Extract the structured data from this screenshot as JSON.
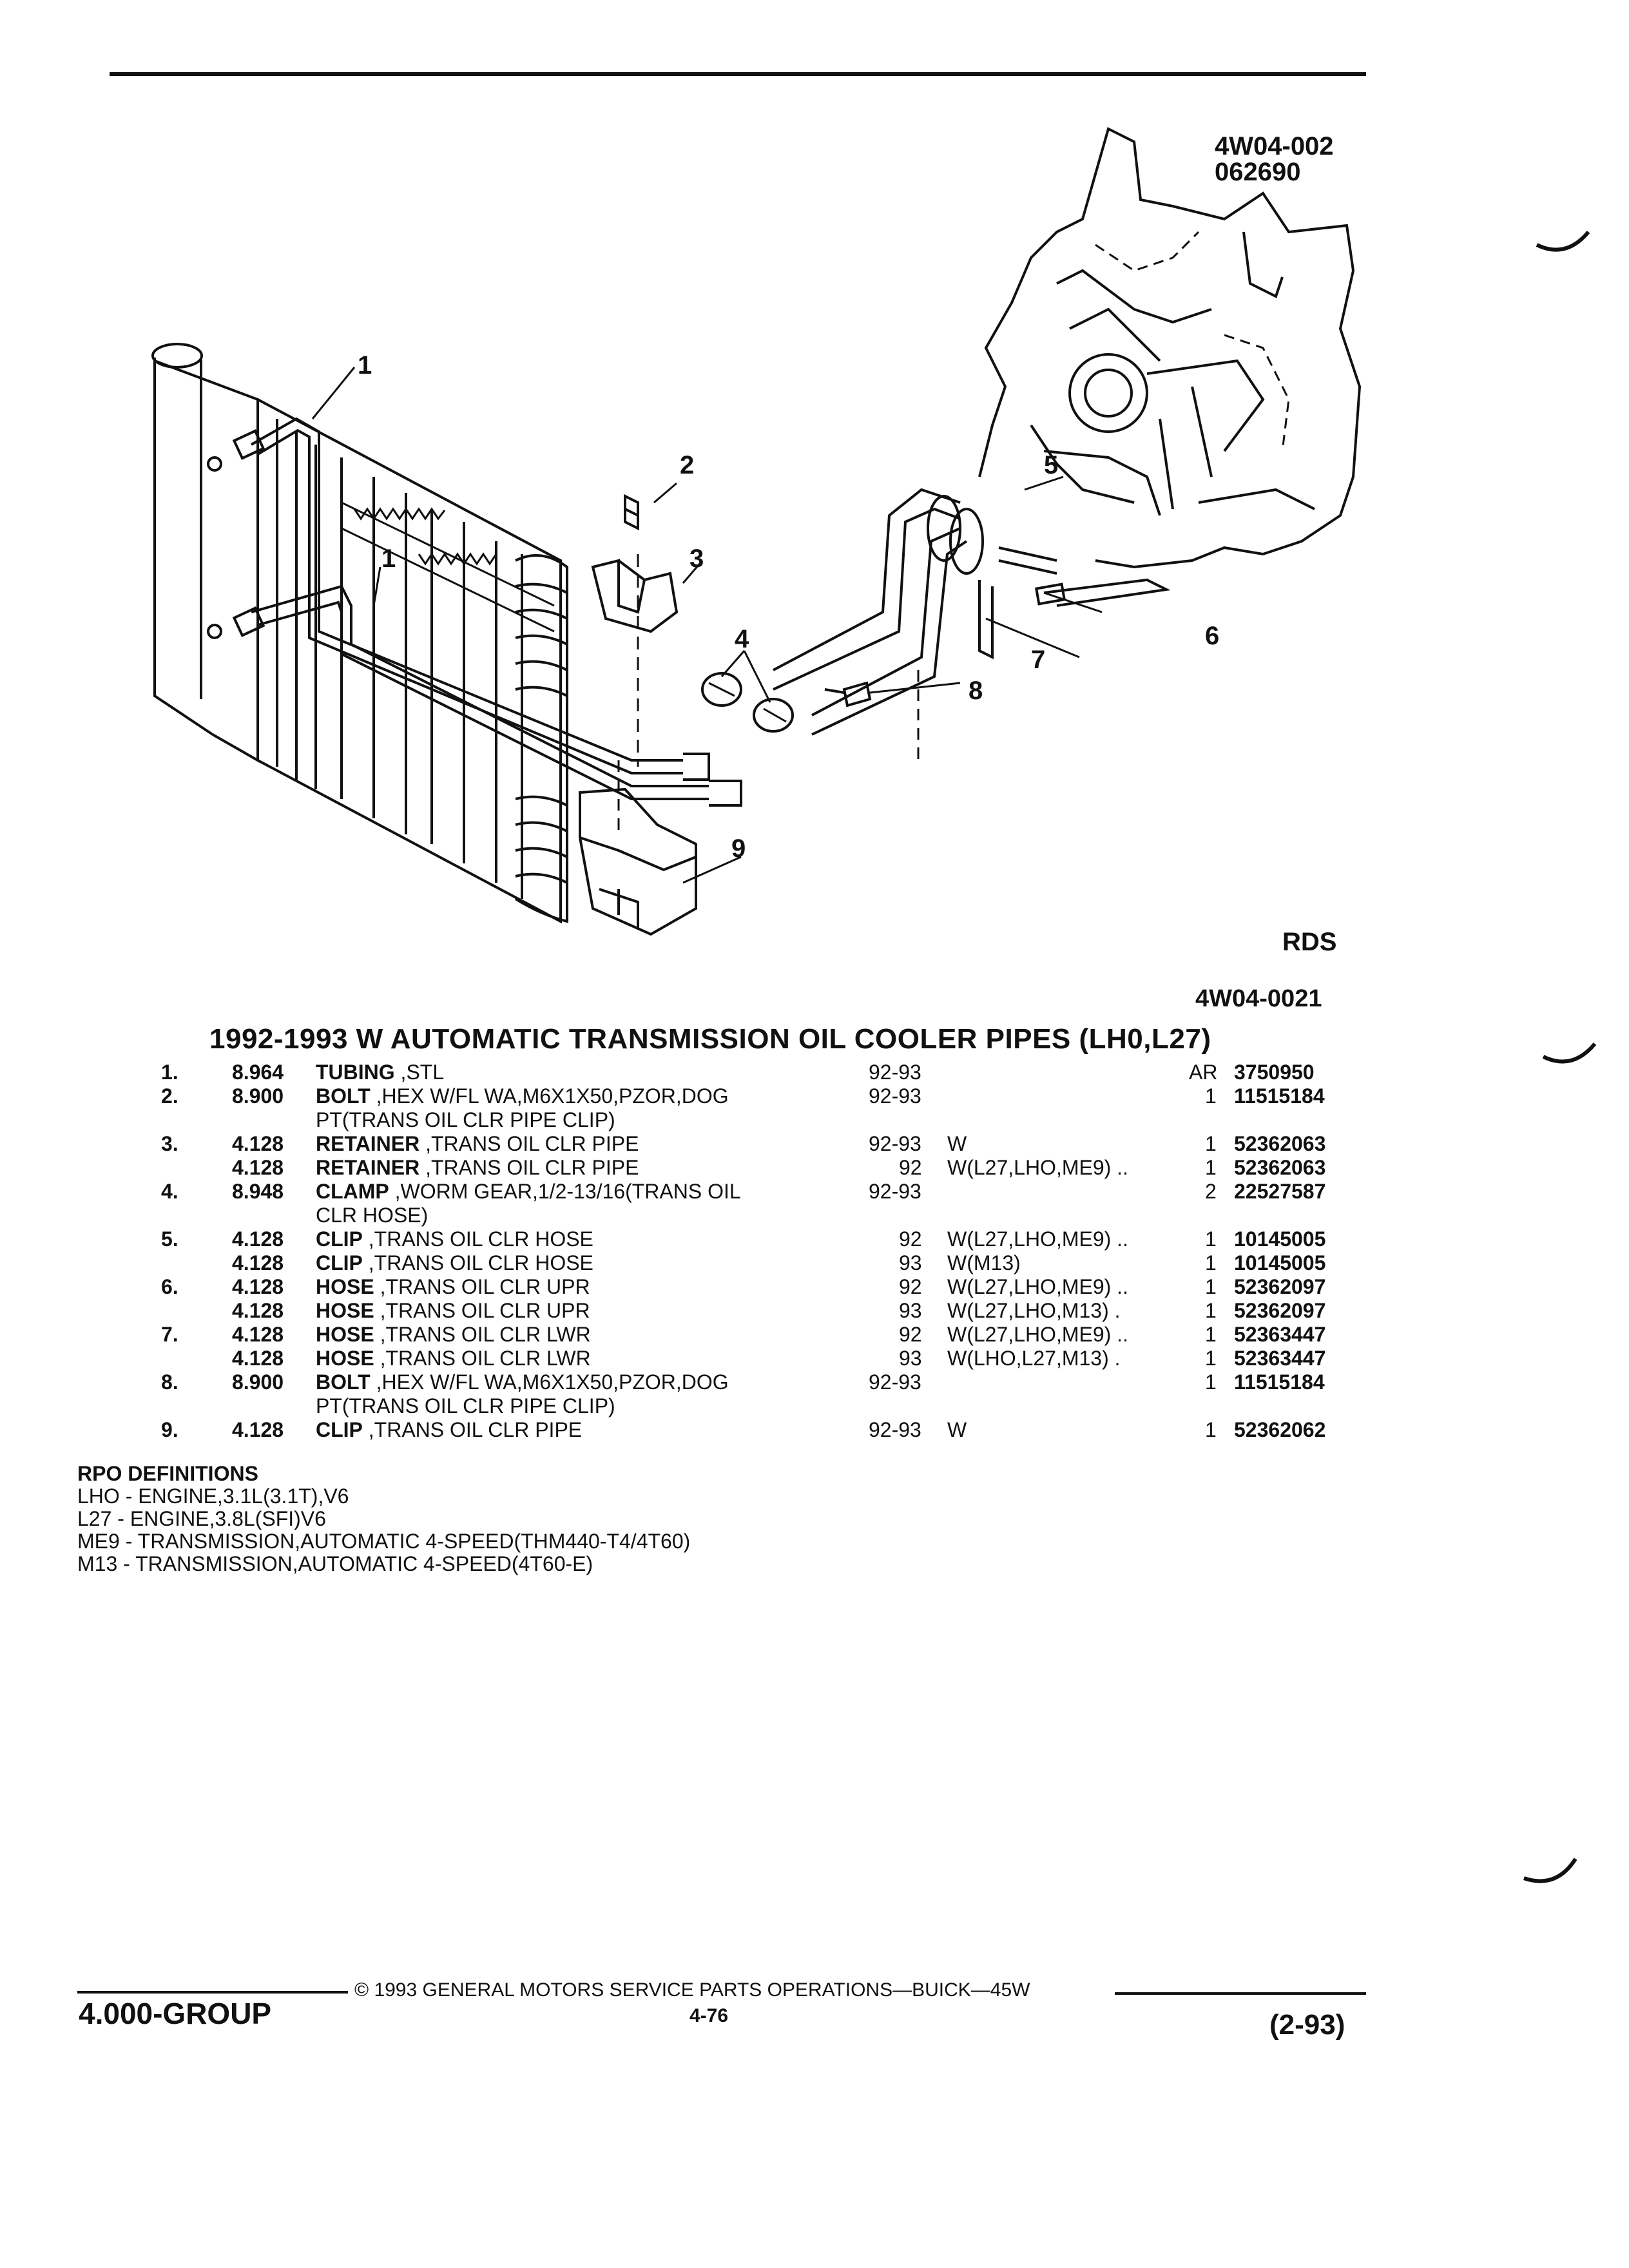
{
  "figure": {
    "code_top": "4W04-002",
    "code_date": "062690",
    "bottom_label": "RDS",
    "bottom_code": "4W04-0021",
    "callouts": [
      "1",
      "1",
      "2",
      "3",
      "4",
      "5",
      "6",
      "7",
      "8",
      "9"
    ]
  },
  "title": "1992-1993 W AUTOMATIC TRANSMISSION OIL COOLER PIPES (LH0,L27)",
  "rows": [
    {
      "idx": "1.",
      "grp": "8.964",
      "name": "TUBING",
      "desc": ",STL",
      "cont": "",
      "yr": "92-93",
      "note": "",
      "qty": "AR",
      "part": "3750950"
    },
    {
      "idx": "2.",
      "grp": "8.900",
      "name": "BOLT",
      "desc": ",HEX W/FL WA,M6X1X50,PZOR,DOG",
      "cont": "PT(TRANS OIL CLR PIPE CLIP)",
      "yr": "92-93",
      "note": "",
      "qty": "1",
      "part": "11515184"
    },
    {
      "idx": "3.",
      "grp": "4.128",
      "name": "RETAINER",
      "desc": ",TRANS OIL CLR PIPE",
      "cont": "",
      "yr": "92-93",
      "note": "W",
      "qty": "1",
      "part": "52362063"
    },
    {
      "idx": "",
      "grp": "4.128",
      "name": "RETAINER",
      "desc": ",TRANS OIL CLR PIPE",
      "cont": "",
      "yr": "92",
      "note": "W(L27,LHO,ME9) ..",
      "qty": "1",
      "part": "52362063"
    },
    {
      "idx": "4.",
      "grp": "8.948",
      "name": "CLAMP",
      "desc": ",WORM GEAR,1/2-13/16(TRANS OIL",
      "cont": "CLR HOSE)",
      "yr": "92-93",
      "note": "",
      "qty": "2",
      "part": "22527587"
    },
    {
      "idx": "5.",
      "grp": "4.128",
      "name": "CLIP",
      "desc": ",TRANS OIL CLR HOSE",
      "cont": "",
      "yr": "92",
      "note": "W(L27,LHO,ME9) ..",
      "qty": "1",
      "part": "10145005"
    },
    {
      "idx": "",
      "grp": "4.128",
      "name": "CLIP",
      "desc": ",TRANS OIL CLR HOSE",
      "cont": "",
      "yr": "93",
      "note": "W(M13)",
      "qty": "1",
      "part": "10145005"
    },
    {
      "idx": "6.",
      "grp": "4.128",
      "name": "HOSE",
      "desc": ",TRANS OIL CLR UPR",
      "cont": "",
      "yr": "92",
      "note": "W(L27,LHO,ME9) ..",
      "qty": "1",
      "part": "52362097"
    },
    {
      "idx": "",
      "grp": "4.128",
      "name": "HOSE",
      "desc": ",TRANS OIL CLR UPR",
      "cont": "",
      "yr": "93",
      "note": "W(L27,LHO,M13) .",
      "qty": "1",
      "part": "52362097"
    },
    {
      "idx": "7.",
      "grp": "4.128",
      "name": "HOSE",
      "desc": ",TRANS OIL CLR LWR",
      "cont": "",
      "yr": "92",
      "note": "W(L27,LHO,ME9) ..",
      "qty": "1",
      "part": "52363447"
    },
    {
      "idx": "",
      "grp": "4.128",
      "name": "HOSE",
      "desc": ",TRANS OIL CLR LWR",
      "cont": "",
      "yr": "93",
      "note": "W(LHO,L27,M13) .",
      "qty": "1",
      "part": "52363447"
    },
    {
      "idx": "8.",
      "grp": "8.900",
      "name": "BOLT",
      "desc": ",HEX W/FL WA,M6X1X50,PZOR,DOG",
      "cont": "PT(TRANS OIL CLR PIPE CLIP)",
      "yr": "92-93",
      "note": "",
      "qty": "1",
      "part": "11515184"
    },
    {
      "idx": "9.",
      "grp": "4.128",
      "name": "CLIP",
      "desc": ",TRANS OIL CLR PIPE",
      "cont": "",
      "yr": "92-93",
      "note": "W",
      "qty": "1",
      "part": "52362062"
    }
  ],
  "rpo": {
    "heading": "RPO DEFINITIONS",
    "lines": [
      "LHO - ENGINE,3.1L(3.1T),V6",
      "L27 - ENGINE,3.8L(SFI)V6",
      "ME9 - TRANSMISSION,AUTOMATIC 4-SPEED(THM440-T4/4T60)",
      "M13 - TRANSMISSION,AUTOMATIC 4-SPEED(4T60-E)"
    ]
  },
  "footer": {
    "group": "4.000-GROUP",
    "copyright": "© 1993 GENERAL MOTORS SERVICE PARTS OPERATIONS—BUICK—45W",
    "page": "4-76",
    "revision": "(2-93)"
  }
}
